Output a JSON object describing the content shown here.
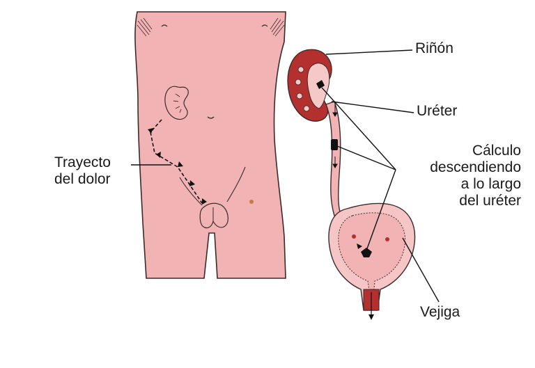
{
  "labels": {
    "kidney": "Riñón",
    "ureter": "Uréter",
    "stone_lines": [
      "Cálculo",
      "descendiendo",
      "a lo largo",
      "del uréter"
    ],
    "bladder": "Vejiga",
    "pain_lines": [
      "Trayecto",
      "del dolor"
    ]
  },
  "colors": {
    "skin": "#f2b3b5",
    "outline": "#3a2a2a",
    "kidney": "#b3302e",
    "kidney_inner": "#f6c9c9",
    "stone": "#111111",
    "bladder_wall": "#f6c6c6"
  }
}
